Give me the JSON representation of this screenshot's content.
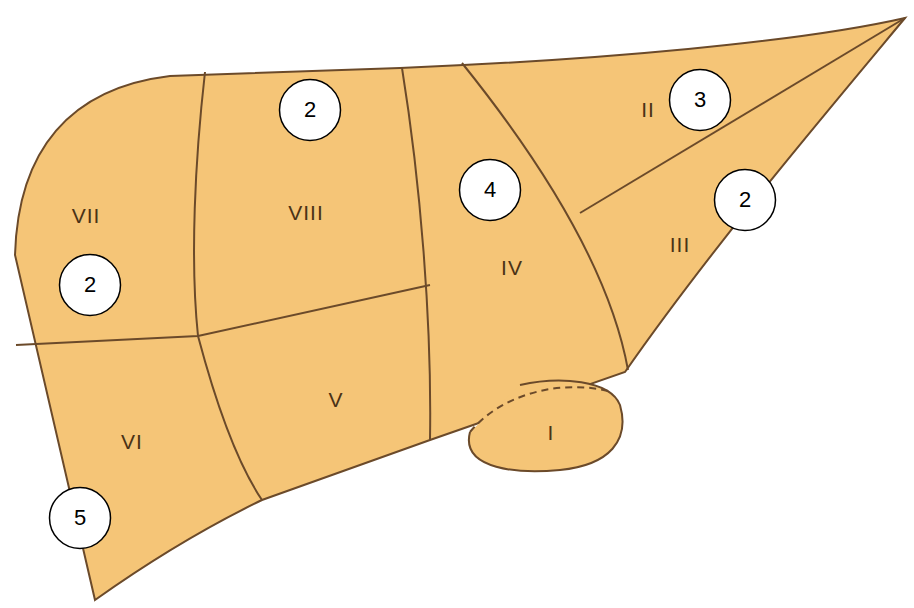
{
  "diagram": {
    "nodes": [
      {
        "text": [
          "3"
        ]
      },
      {
        "text": [
          "2"
        ]
      },
      {
        "text": [
          "4"
        ]
      },
      {
        "text": [
          "2"
        ]
      },
      {
        "text": [
          "2"
        ]
      },
      {
        "text": [
          "5"
        ]
      }
    ],
    "labels": [
      "II",
      "VIII",
      "VII",
      "IV",
      "III",
      "V",
      "VI",
      "I"
    ]
  }
}
